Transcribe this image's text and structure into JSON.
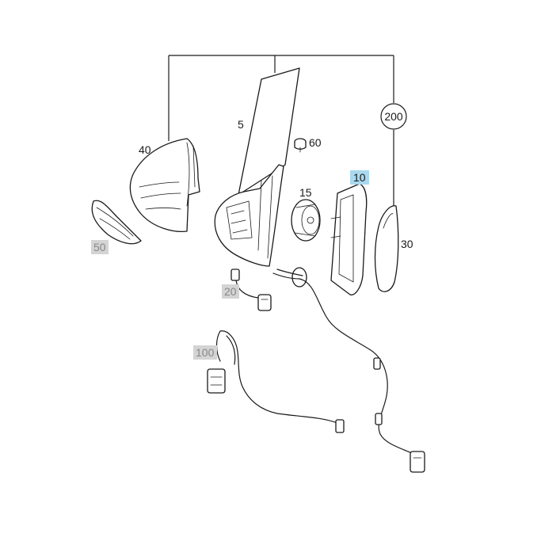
{
  "diagram": {
    "callouts": {
      "p5": "5",
      "p10": "10",
      "p15": "15",
      "p20": "20",
      "p30": "30",
      "p40": "40",
      "p50": "50",
      "p60": "60",
      "p100": "100",
      "p200": "200"
    },
    "highlight_color": "#a9d9ee",
    "gray_label_color": "#d4d4d4"
  }
}
